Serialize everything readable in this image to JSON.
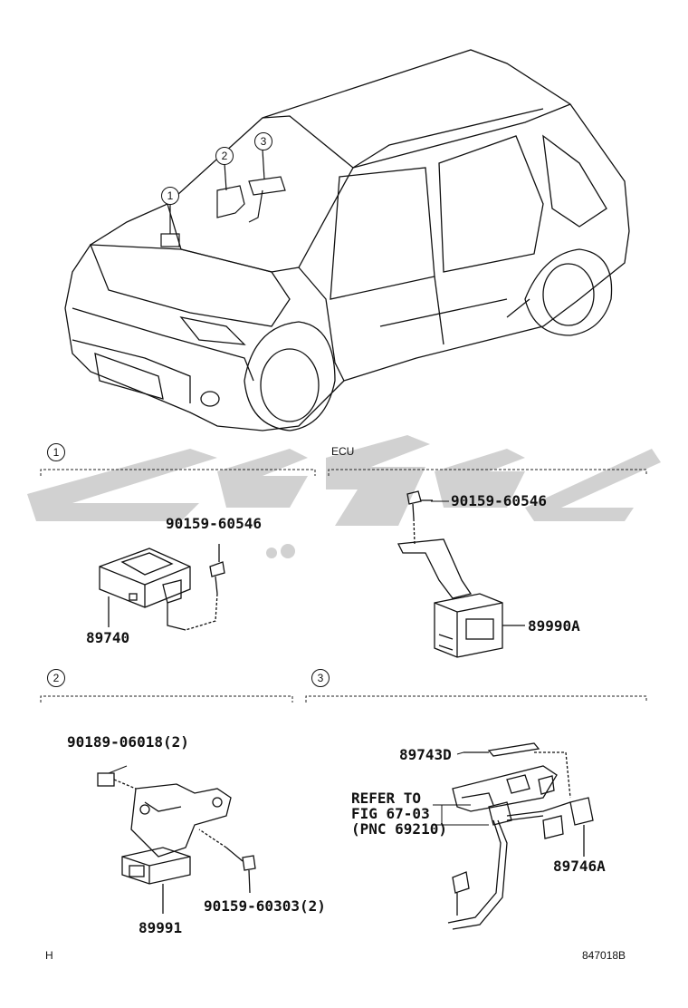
{
  "callouts": {
    "one": "1",
    "two": "2",
    "three": "3"
  },
  "sections": {
    "s1": {
      "number": "1"
    },
    "ecu": {
      "title": "ECU"
    },
    "s2": {
      "number": "2"
    },
    "s3": {
      "number": "3"
    }
  },
  "parts": {
    "p90159_60546_a": "90159-60546",
    "p89740": "89740",
    "p90159_60546_b": "90159-60546",
    "p89990A": "89990A",
    "p90189_06018": "90189-06018(2)",
    "p90159_60303": "90159-60303(2)",
    "p89991": "89991",
    "p89743D": "89743D",
    "p89746A": "89746A"
  },
  "refer": {
    "line1": "REFER TO",
    "line2": "FIG 67-03",
    "line3": "(PNC 69210)"
  },
  "footer": {
    "left": "H",
    "right": "847018B"
  }
}
